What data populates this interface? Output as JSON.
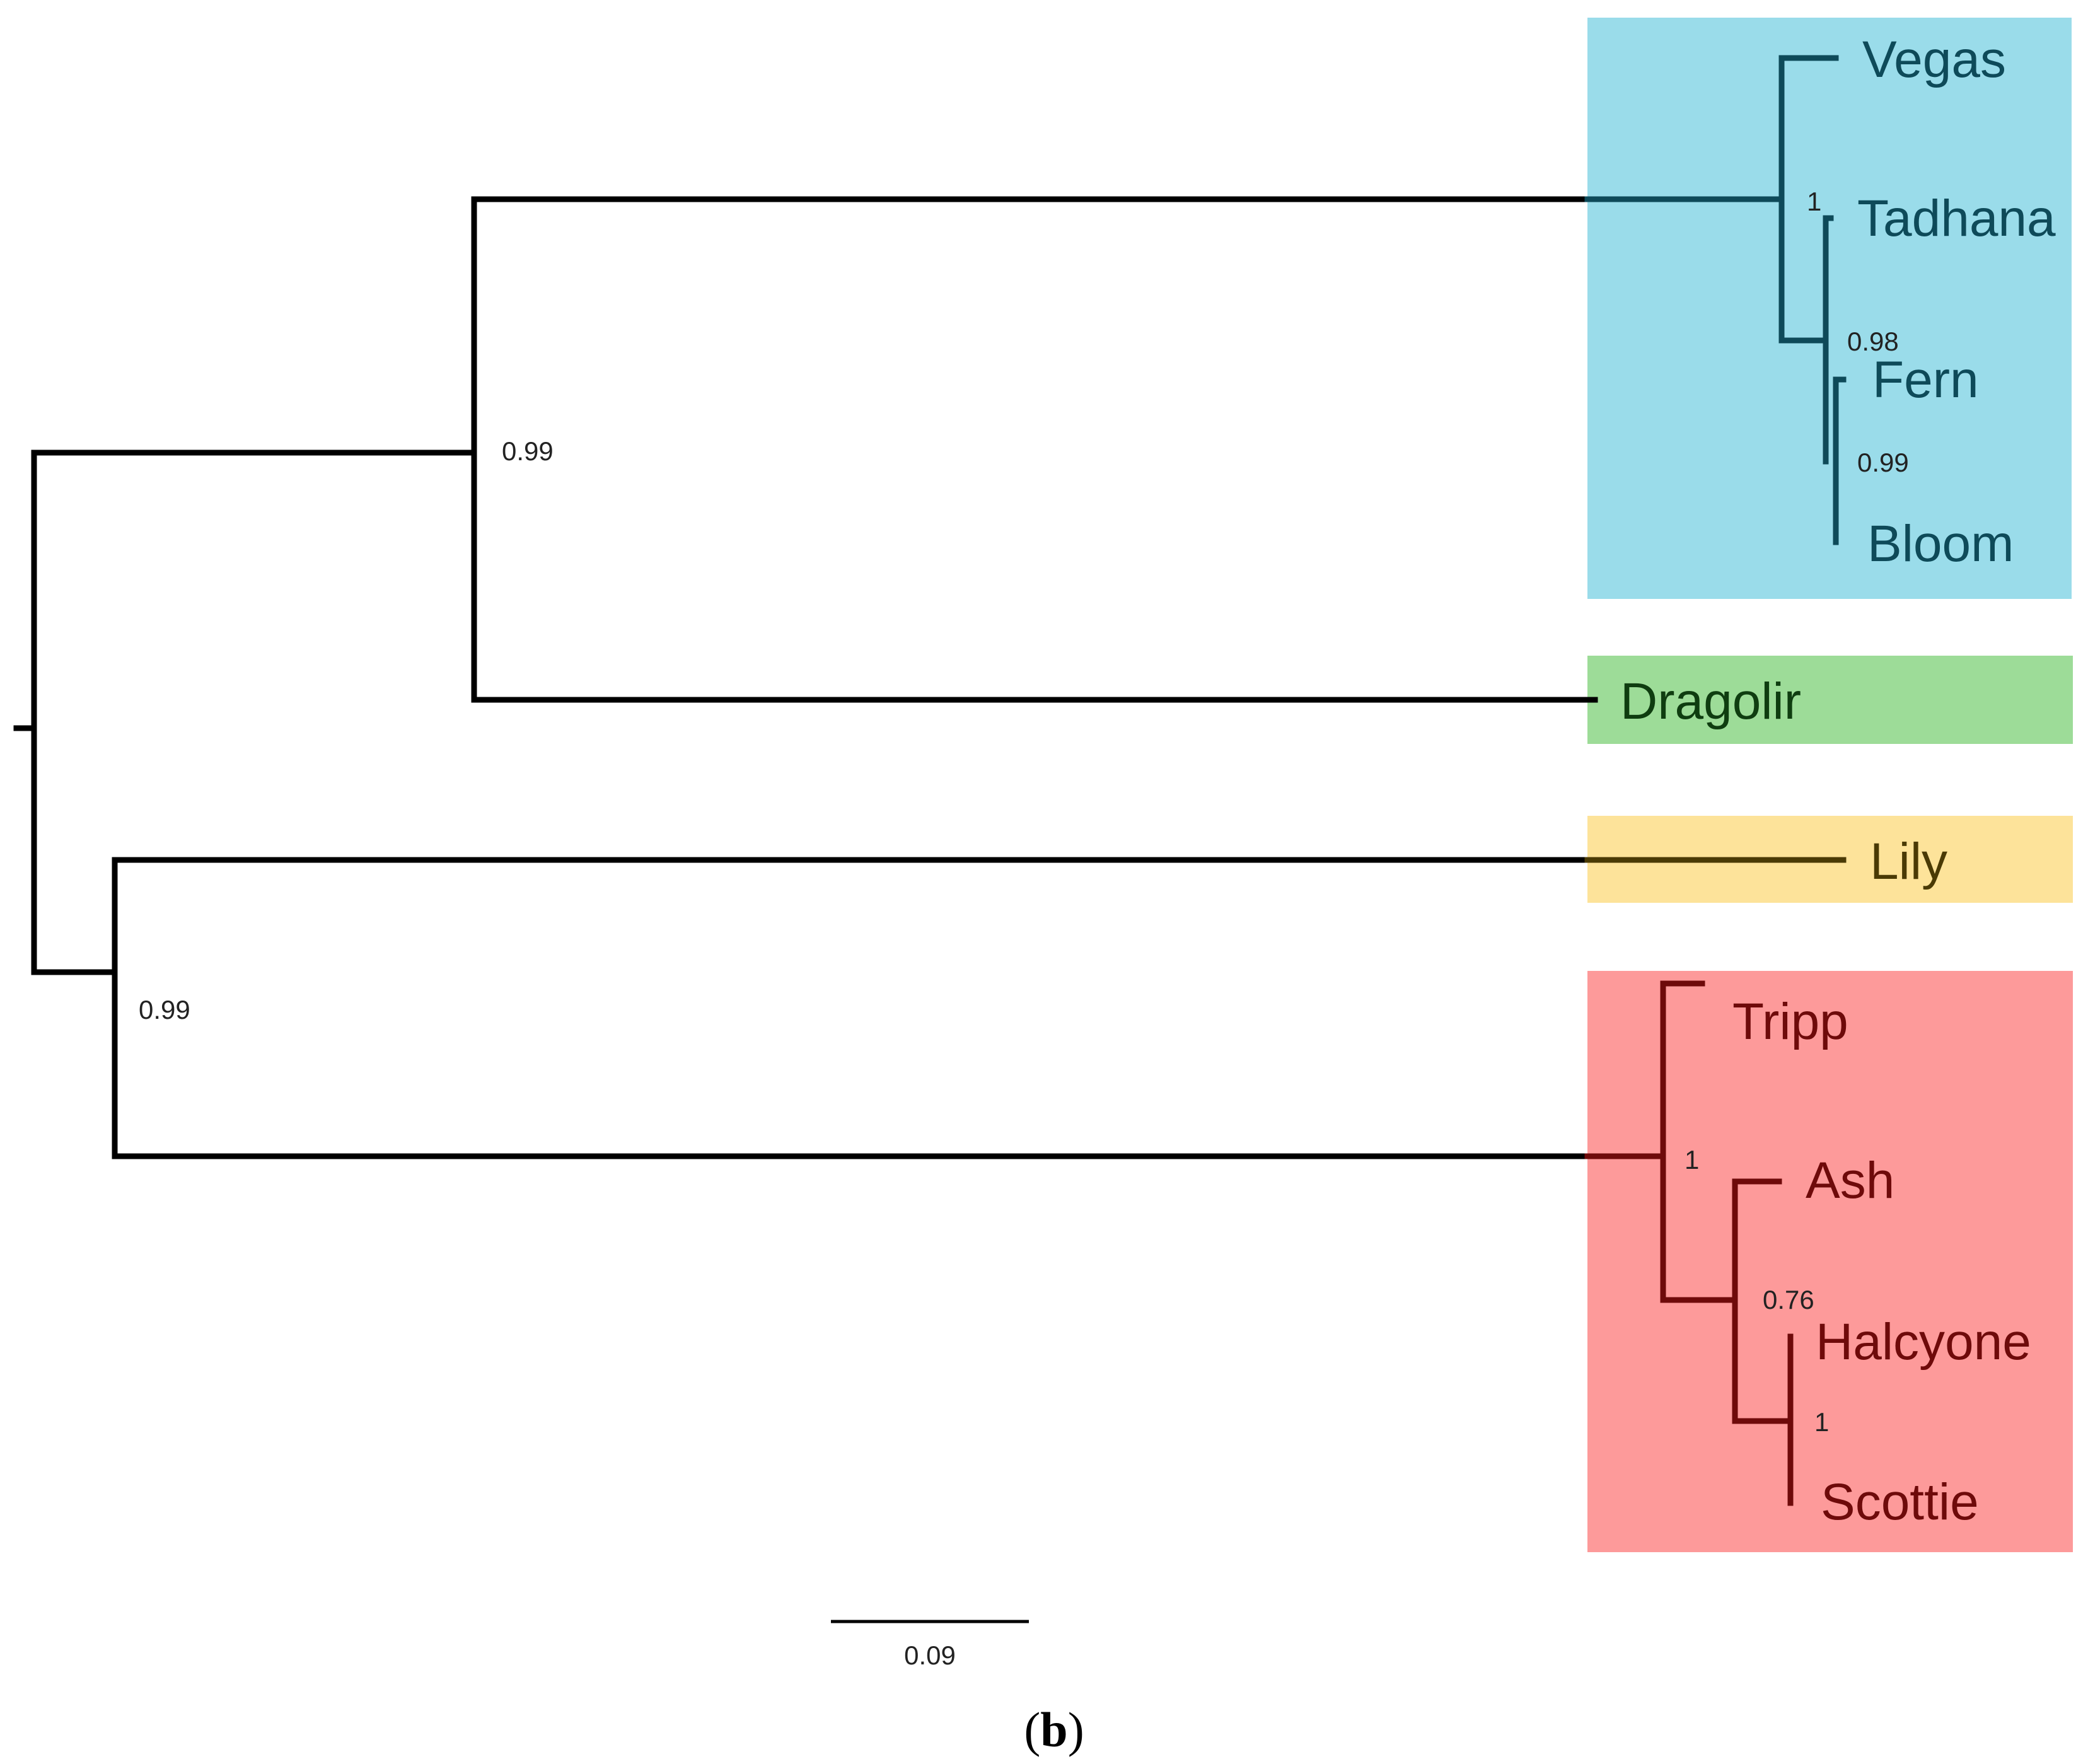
{
  "figure": {
    "panel_label": "(b)",
    "panel_letter": "b",
    "scale_bar_label": "0.09"
  },
  "clades": [
    {
      "name": "blue-clade",
      "color": "#9adcea",
      "text_color": "#0e4a59",
      "leaves": [
        "Vegas",
        "Tadhana",
        "Fern",
        "Bloom"
      ]
    },
    {
      "name": "green-clade",
      "color": "#9ddc98",
      "text_color": "#0f3d10",
      "leaves": [
        "Dragolir"
      ]
    },
    {
      "name": "yellow-clade",
      "color": "#fde39a",
      "text_color": "#4a3a05",
      "leaves": [
        "Lily"
      ]
    },
    {
      "name": "red-clade",
      "color": "#fd9a9a",
      "text_color": "#6e0a0a",
      "leaves": [
        "Tripp",
        "Ash",
        "Halcyone",
        "Scottie"
      ]
    }
  ],
  "leaves": {
    "vegas": "Vegas",
    "tadhana": "Tadhana",
    "fern": "Fern",
    "bloom": "Bloom",
    "dragolir": "Dragolir",
    "lily": "Lily",
    "tripp": "Tripp",
    "ash": "Ash",
    "halcyone": "Halcyone",
    "scottie": "Scottie"
  },
  "support_values": {
    "upper_clade": "0.99",
    "blue_root": "1",
    "tadhana_fern_bloom": "0.98",
    "fern_bloom": "0.99",
    "lower_clade": "0.99",
    "red_root": "1",
    "ash_halcyone_scottie": "0.76",
    "halcyone_scottie": "1"
  },
  "colors": {
    "branch": "#000000",
    "blue_branch": "#0e4a59",
    "yellow_branch": "#4a3a05",
    "red_branch": "#6e0a0a"
  }
}
